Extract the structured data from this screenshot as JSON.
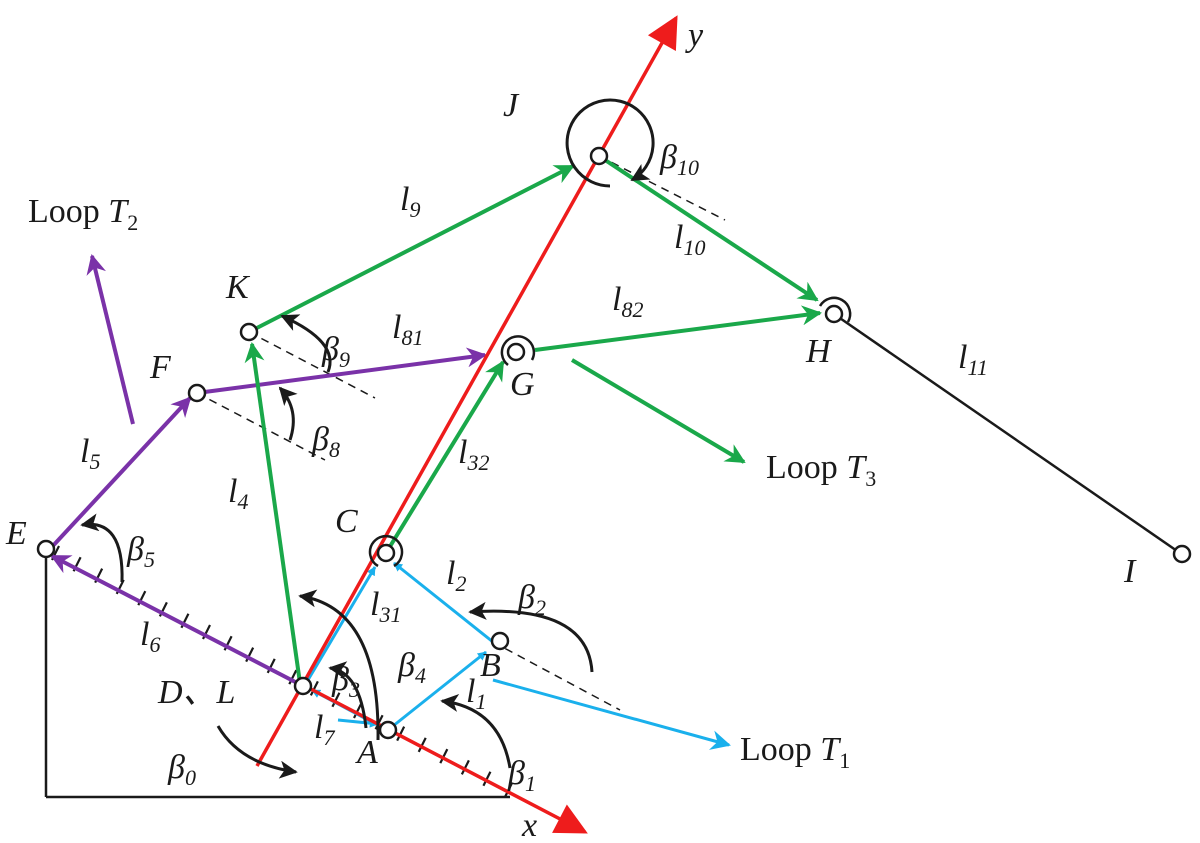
{
  "colors": {
    "blue": "#1ab0ec",
    "green": "#1aa84a",
    "purple": "#7a32a8",
    "red": "#ee1c1c",
    "black": "#1a1a1a"
  },
  "points": {
    "A": "A",
    "B": "B",
    "C": "C",
    "DL": "D、L",
    "E": "E",
    "F": "F",
    "G": "G",
    "H": "H",
    "I": "I",
    "J": "J",
    "K": "K"
  },
  "axes": {
    "x": "x",
    "y": "y"
  },
  "links": {
    "l1": {
      "base": "l",
      "sub": "1"
    },
    "l2": {
      "base": "l",
      "sub": "2"
    },
    "l31": {
      "base": "l",
      "sub": "31"
    },
    "l32": {
      "base": "l",
      "sub": "32"
    },
    "l4": {
      "base": "l",
      "sub": "4"
    },
    "l5": {
      "base": "l",
      "sub": "5"
    },
    "l6": {
      "base": "l",
      "sub": "6"
    },
    "l7": {
      "base": "l",
      "sub": "7"
    },
    "l81": {
      "base": "l",
      "sub": "81"
    },
    "l82": {
      "base": "l",
      "sub": "82"
    },
    "l9": {
      "base": "l",
      "sub": "9"
    },
    "l10": {
      "base": "l",
      "sub": "10"
    },
    "l11": {
      "base": "l",
      "sub": "11"
    }
  },
  "angles": {
    "b0": {
      "base": "β",
      "sub": "0"
    },
    "b1": {
      "base": "β",
      "sub": "1"
    },
    "b2": {
      "base": "β",
      "sub": "2"
    },
    "b3": {
      "base": "β",
      "sub": "3"
    },
    "b4": {
      "base": "β",
      "sub": "4"
    },
    "b5": {
      "base": "β",
      "sub": "5"
    },
    "b8": {
      "base": "β",
      "sub": "8"
    },
    "b9": {
      "base": "β",
      "sub": "9"
    },
    "b10": {
      "base": "β",
      "sub": "10"
    }
  },
  "loops": {
    "t1": {
      "word": "Loop ",
      "base": "T",
      "sub": "1"
    },
    "t2": {
      "word": "Loop ",
      "base": "T",
      "sub": "2"
    },
    "t3": {
      "word": "Loop ",
      "base": "T",
      "sub": "3"
    }
  }
}
